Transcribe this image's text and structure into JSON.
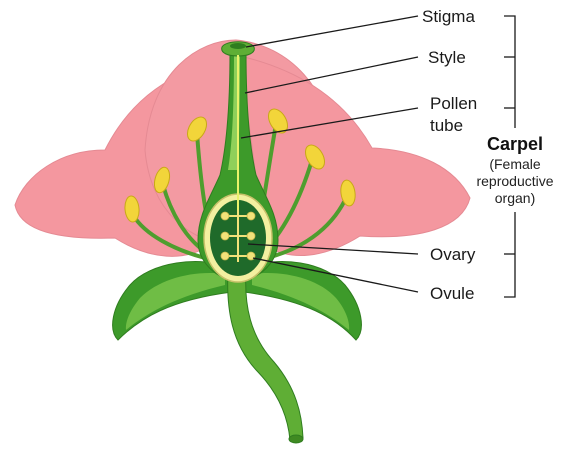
{
  "labels": {
    "stigma": "Stigma",
    "style": "Style",
    "pollen_line1": "Pollen",
    "pollen_line2": "tube",
    "ovary": "Ovary",
    "ovule": "Ovule"
  },
  "carpel": {
    "title": "Carpel",
    "line1": "(Female",
    "line2": "reproductive",
    "line3": "organ)"
  },
  "colors": {
    "petal": "#f4979f",
    "petal_outline": "#e07f88",
    "green_dark": "#2f7d1f",
    "green_light": "#7cc242",
    "ovary_wall": "#f3f0a0",
    "ovary_inner": "#1f6a2a",
    "anther": "#f2d53a",
    "ovule": "#f2e27a"
  }
}
